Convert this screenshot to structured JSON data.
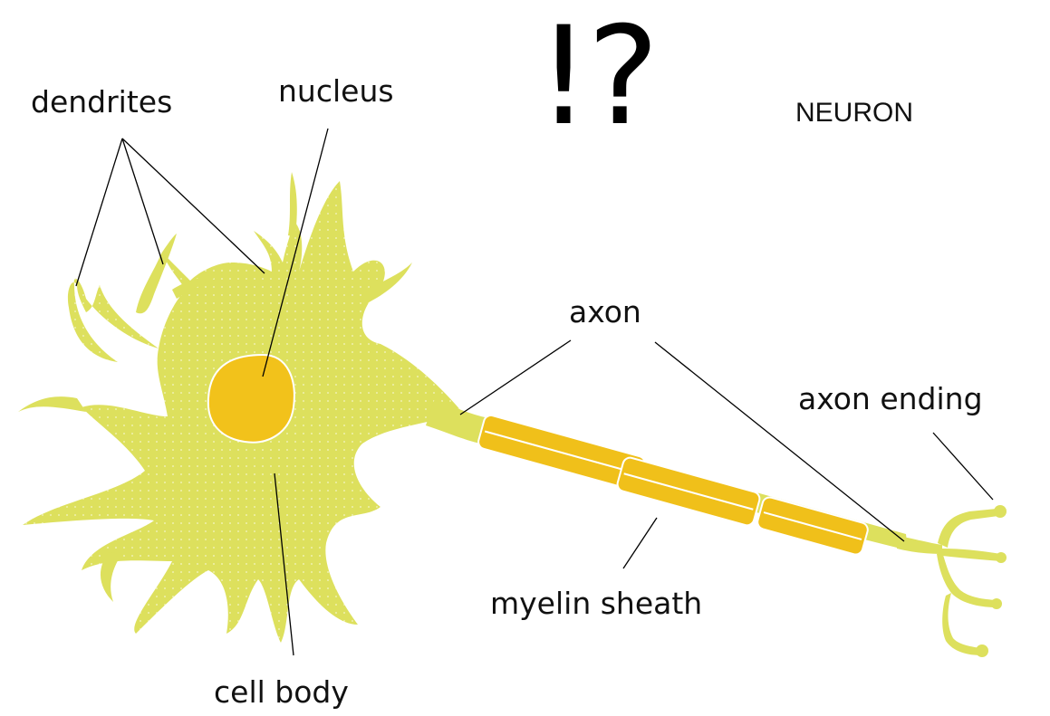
{
  "diagram": {
    "title": "NEURON",
    "annotation": "!?",
    "colors": {
      "cell": "#dde05d",
      "nucleus": "#f2c21b",
      "myelin": "#f0c01a",
      "outline": "#ffffff",
      "leader": "#000000"
    },
    "labels": {
      "dendrites": "dendrites",
      "nucleus": "nucleus",
      "axon": "axon",
      "axon_ending": "axon ending",
      "myelin_sheath": "myelin sheath",
      "cell_body": "cell body"
    }
  }
}
